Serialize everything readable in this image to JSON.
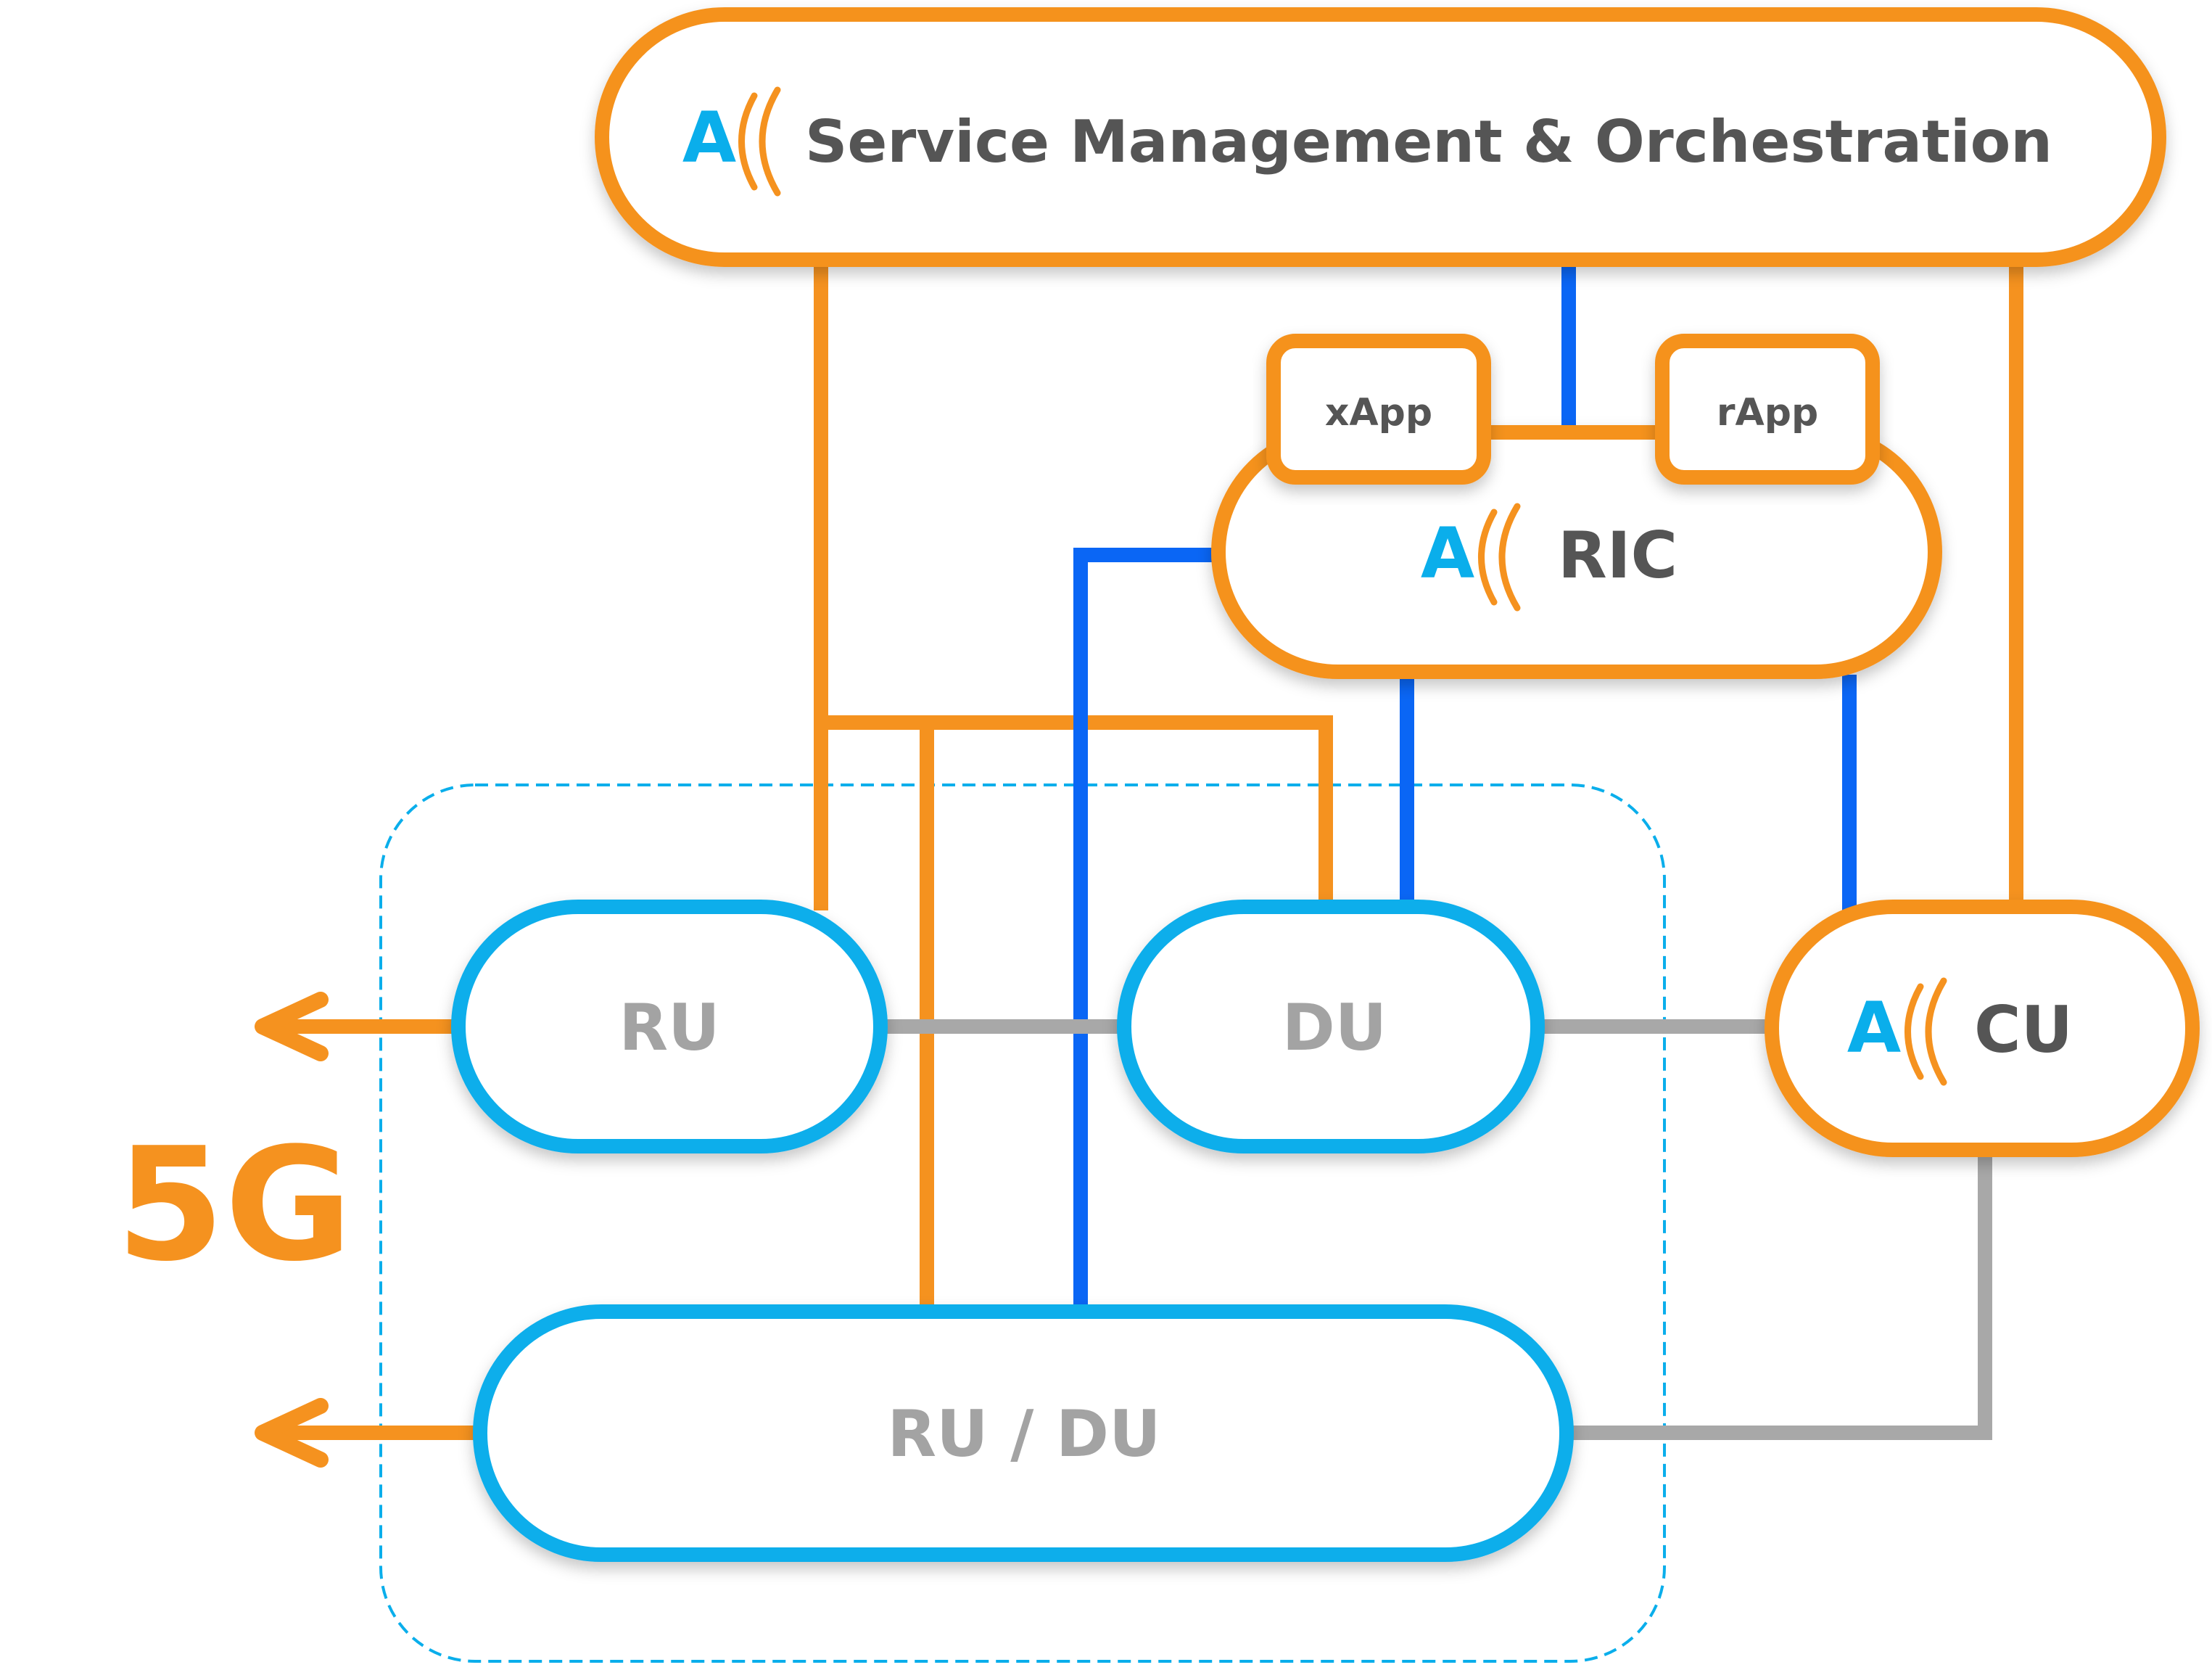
{
  "colors": {
    "orange": "#F5921F",
    "cyan": "#0AAEEB",
    "blue": "#0A66F5",
    "gray": "#A8A8A8",
    "dark_text": "#555555",
    "light_text": "#A3A3A3"
  },
  "smo": {
    "label": "Service Management & Orchestration",
    "logo": "A"
  },
  "ric": {
    "label": "RIC",
    "logo": "A"
  },
  "xapp": {
    "label": "xApp"
  },
  "rapp": {
    "label": "rApp"
  },
  "cu": {
    "label": "CU",
    "logo": "A"
  },
  "ru": {
    "label": "RU"
  },
  "du": {
    "label": "DU"
  },
  "rudu": {
    "label": "RU / DU"
  },
  "generation": {
    "label": "5G"
  }
}
